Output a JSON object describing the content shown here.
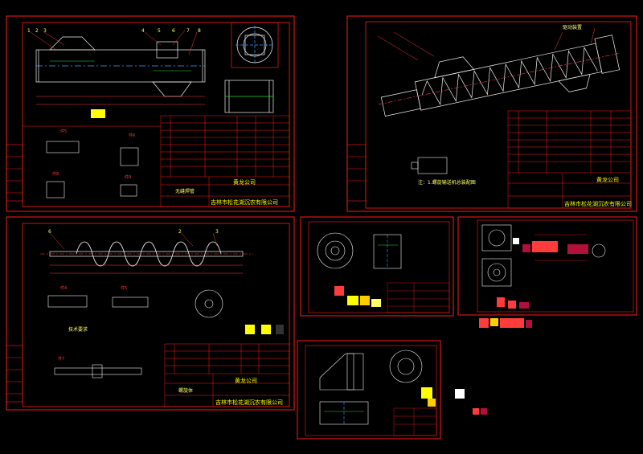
{
  "colors": {
    "background": "#000000",
    "frame": "#ff1a1a",
    "drawing": "#f2f2f2",
    "centerline": "#3aa0ff",
    "annotation": "#ffff00",
    "dimension": "#ff3b3b",
    "accent_green": "#2bd62b"
  },
  "sheets": {
    "top_left": {
      "company": "黄龙公司",
      "company_full": "吉林市松花湖沉农有限公司",
      "part": "无缝焊管"
    },
    "top_right": {
      "company": "黄龙公司",
      "company_full": "吉林市松花湖沉农有限公司",
      "detail_label": "驱动装置",
      "note": "注：1.螺旋输送机总装配图"
    },
    "bottom_left": {
      "company": "黄龙公司",
      "company_full": "吉林市松花湖沉农有限公司",
      "part": "螺旋体",
      "tech_note": "技术要求"
    },
    "bottom_middle_upper": {},
    "bottom_middle_lower": {},
    "bottom_right": {}
  }
}
